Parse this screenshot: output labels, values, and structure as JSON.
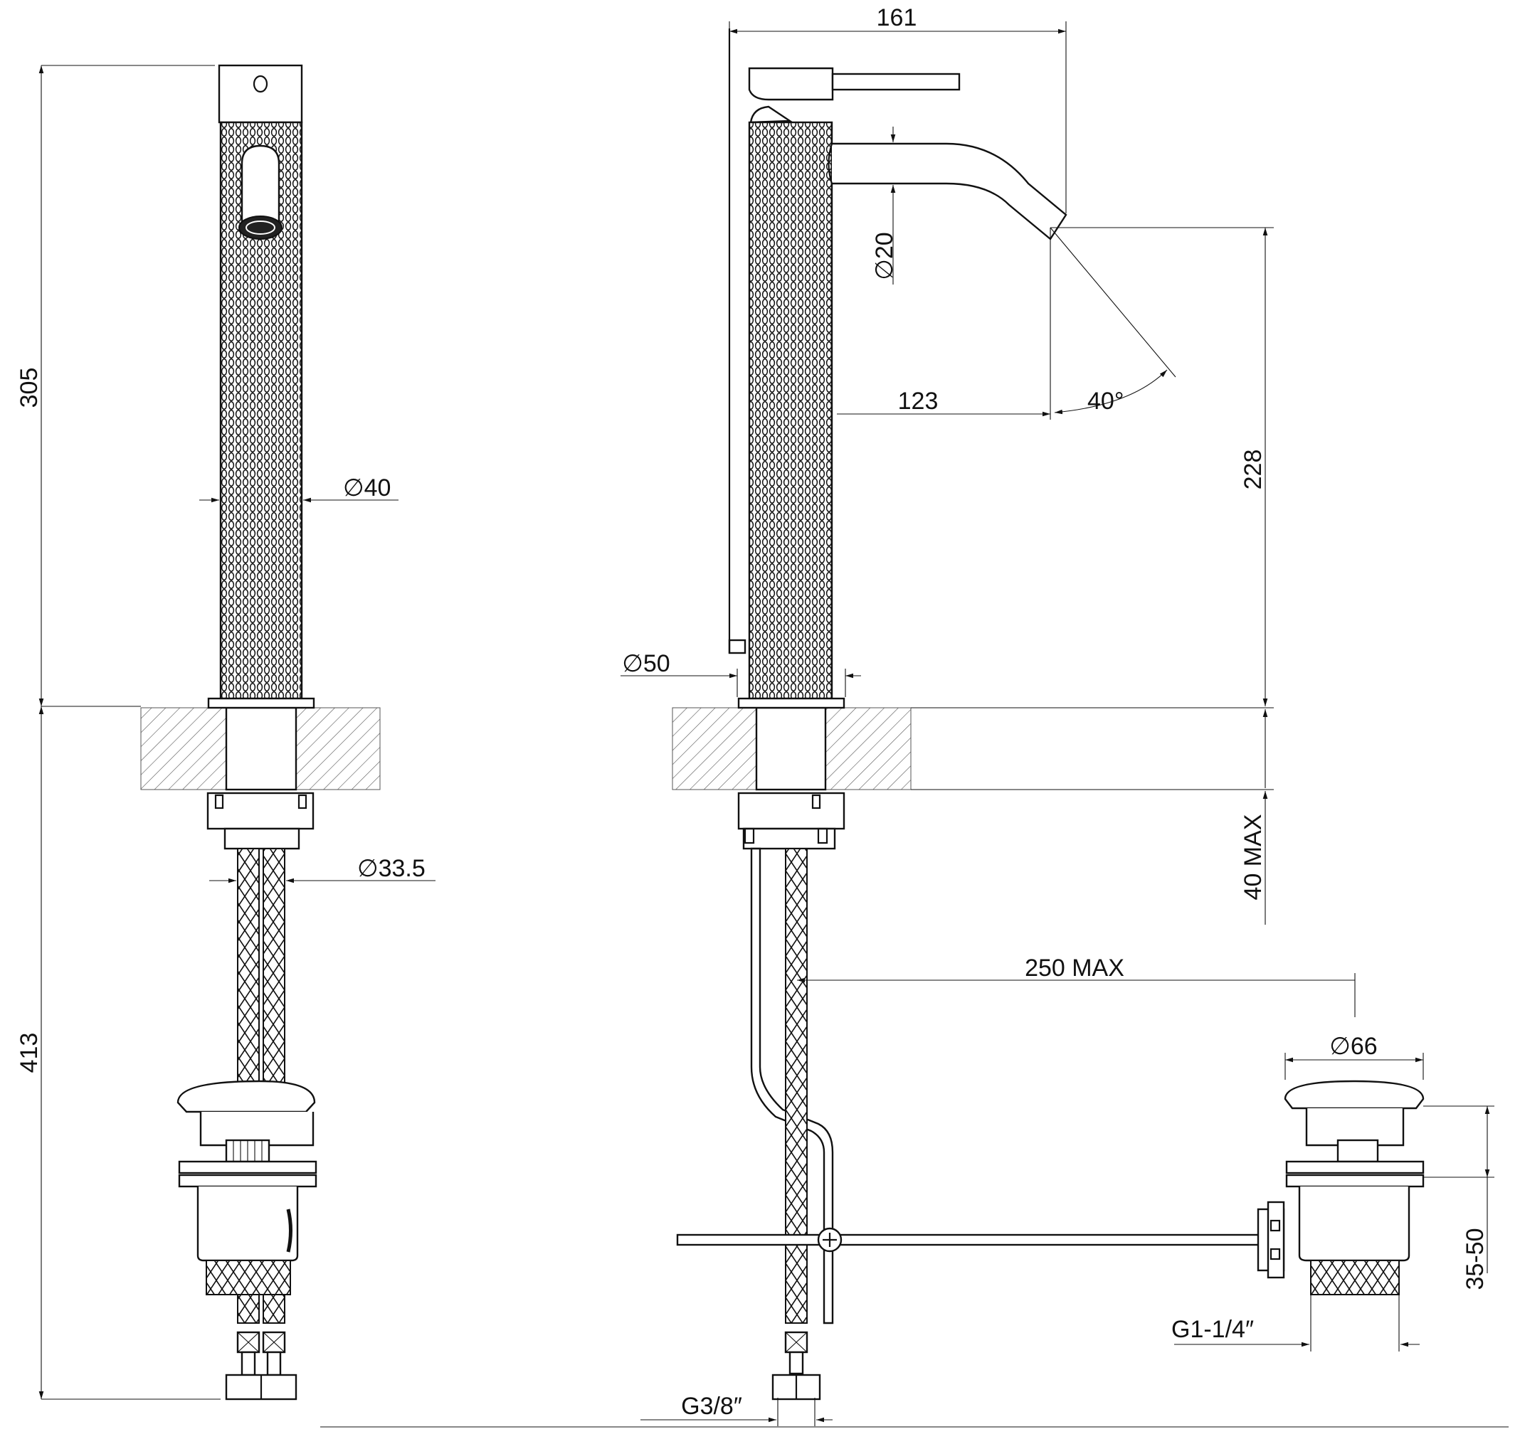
{
  "colors": {
    "line": "#111111",
    "background": "#ffffff",
    "hatch": "#555555"
  },
  "front_view": {
    "height_above_deck": "305",
    "height_below_deck": "413",
    "body_diameter": "∅40",
    "shank_diameter": "∅33.5"
  },
  "side_view": {
    "overall_width": "161",
    "spout_diameter": "∅20",
    "spout_reach": "123",
    "spout_angle": "40°",
    "spout_height": "228",
    "base_diameter": "∅50",
    "deck_thickness": "40  MAX",
    "supply_thread": "G3/8″",
    "waste_distance": "250  MAX",
    "waste_cap_diameter": "∅66",
    "waste_height": "35-50",
    "waste_thread": "G1-1/4″"
  }
}
